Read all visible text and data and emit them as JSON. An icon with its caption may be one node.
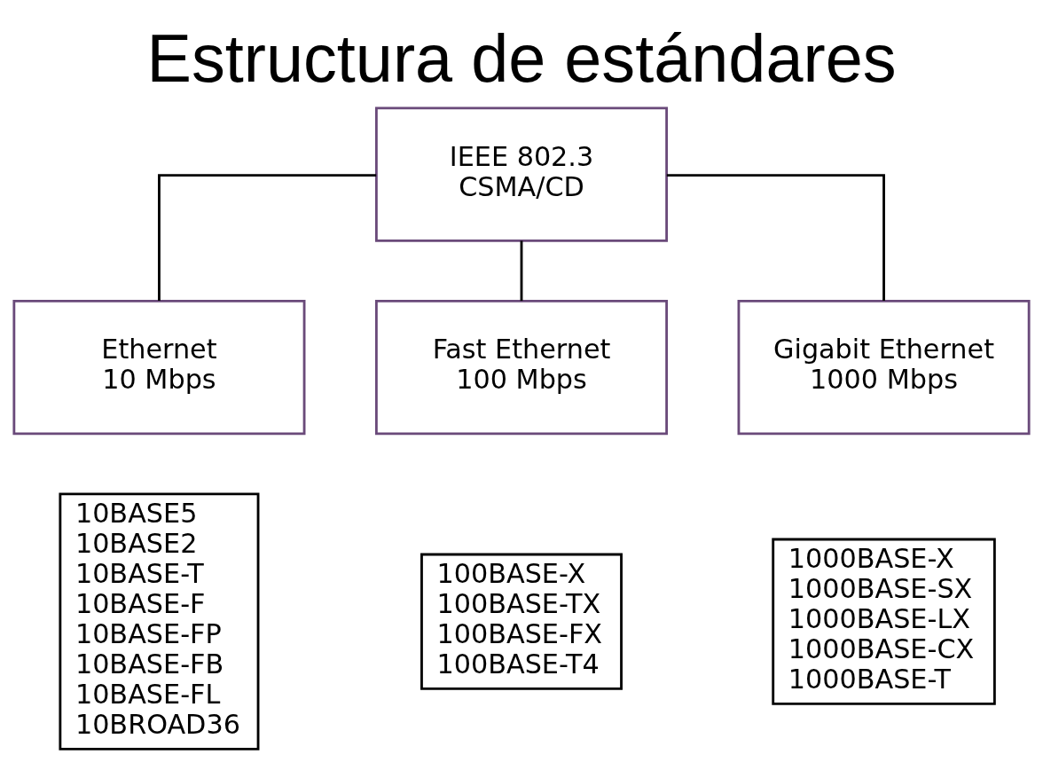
{
  "diagram": {
    "title": "Estructura de estándares",
    "nodes": [
      {
        "text": [
          "IEEE 802.3",
          "CSMA/CD"
        ]
      },
      {
        "text": [
          "Ethernet",
          "10 Mbps"
        ]
      },
      {
        "text": [
          "Fast Ethernet",
          "100 Mbps"
        ]
      },
      {
        "text": [
          "Gigabit Ethernet",
          "1000 Mbps"
        ]
      },
      {
        "text": [
          "10BASE5",
          "10BASE2",
          "10BASE-T",
          "10BASE-F",
          "10BASE-FP",
          "10BASE-FB",
          "10BASE-FL",
          "10BROAD36"
        ]
      },
      {
        "text": [
          "100BASE-X",
          "100BASE-TX",
          "100BASE-FX",
          "100BASE-T4"
        ]
      },
      {
        "text": [
          "1000BASE-X",
          "1000BASE-SX",
          "1000BASE-LX",
          "1000BASE-CX",
          "1000BASE-T"
        ]
      }
    ],
    "edges": [
      {
        "from": 0,
        "to": 1,
        "arrow": "none"
      },
      {
        "from": 0,
        "to": 2,
        "arrow": "none"
      },
      {
        "from": 0,
        "to": 3,
        "arrow": "none"
      }
    ]
  }
}
